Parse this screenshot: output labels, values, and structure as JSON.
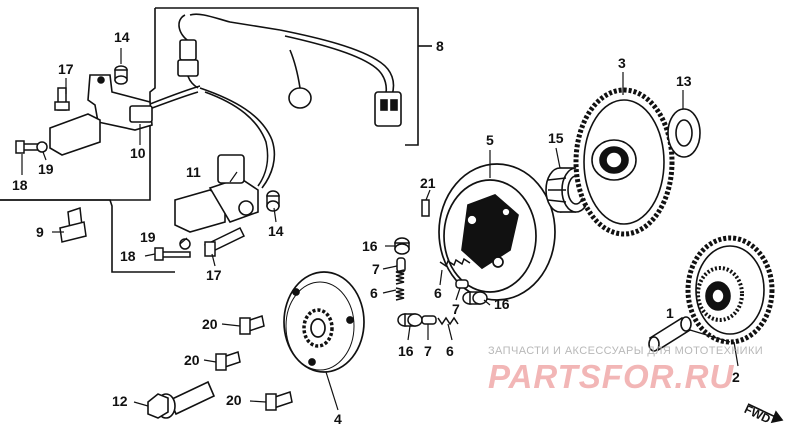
{
  "callouts": {
    "c14a": "14",
    "c17a": "17",
    "c8": "8",
    "c10": "10",
    "c18a": "18",
    "c19a": "19",
    "c11": "11",
    "c9": "9",
    "c19b": "19",
    "c18b": "18",
    "c17b": "17",
    "c14b": "14",
    "c21": "21",
    "c5": "5",
    "c15": "15",
    "c3": "3",
    "c13": "13",
    "c16a": "16",
    "c7a": "7",
    "c6a": "6",
    "c6b": "6",
    "c7b": "7",
    "c16b": "16",
    "c16c": "16",
    "c7c": "7",
    "c6c": "6",
    "c20a": "20",
    "c20b": "20",
    "c20c": "20",
    "c12": "12",
    "c4": "4",
    "c1": "1",
    "c2": "2"
  },
  "watermark": {
    "caption": "ЗАПЧАСТИ И АКСЕССУАРЫ ДЛЯ МОТОТЕХНИКИ",
    "logo": "PARTSFOR.RU",
    "caption_color": "#b8b8b8",
    "logo_color": "#f2b6b6"
  },
  "direction_label": "FWD",
  "ink_color": "#111111"
}
